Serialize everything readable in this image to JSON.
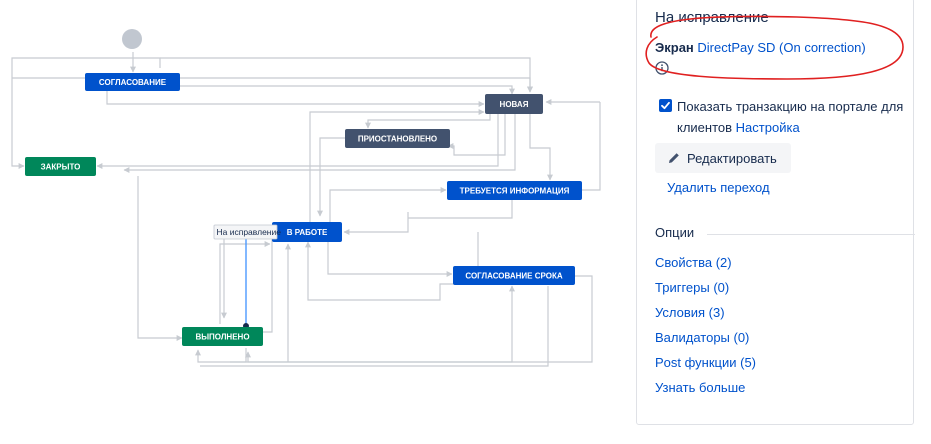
{
  "diagram": {
    "nodes": {
      "soglasovanie": "СОГЛАСОВАНИЕ",
      "novaya": "НОВАЯ",
      "priostanovleno": "ПРИОСТАНОВЛЕНО",
      "zakryto": "ЗАКРЫТО",
      "trebuetsya": "ТРЕБУЕТСЯ ИНФОРМАЦИЯ",
      "v_rabote": "В РАБОТЕ",
      "soglasovanie_sroka": "СОГЛАСОВАНИЕ СРОКА",
      "vypolneno": "ВЫПОЛНЕНО"
    },
    "edge_label": "На исправление",
    "colors": {
      "blue": "#0052cc",
      "dark": "#42526e",
      "green": "#00875a",
      "start": "#c1c7d0",
      "edge": "#c7cbd1",
      "selected": "#4c9aff"
    }
  },
  "panel": {
    "title": "На исправление",
    "screen_label": "Экран",
    "screen_link": "DirectPay SD (On correction)",
    "checkbox_text": "Показать транзакцию на портале для клиентов",
    "checkbox_link": "Настройка",
    "edit_button": "Редактировать",
    "delete_link": "Удалить переход",
    "options_title": "Опции",
    "options": [
      "Свойства (2)",
      "Триггеры (0)",
      "Условия (3)",
      "Валидаторы (0)",
      "Post функции (5)",
      "Узнать больше"
    ],
    "annotation_color": "#e02020"
  }
}
